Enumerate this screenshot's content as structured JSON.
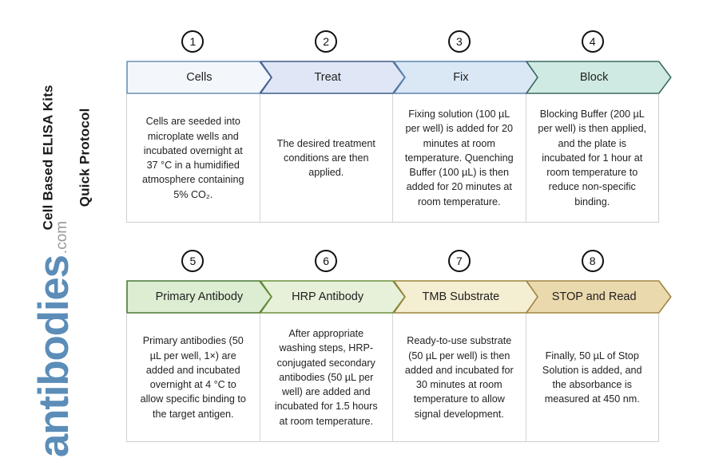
{
  "page": {
    "title_line1": "Cell Based ELISA Kits",
    "title_line2": "Quick Protocol",
    "brand_word": "antibodies",
    "brand_tld": ".com"
  },
  "flow": {
    "rows": [
      {
        "row_id": "row-1",
        "steps": [
          {
            "number": "1",
            "label": "Cells",
            "body": "Cells are seeded into microplate wells and incubated overnight at 37 °C in a humidified atmosphere containing 5% CO₂.",
            "fill": "#f3f7fb",
            "stroke": "#6a8fb5"
          },
          {
            "number": "2",
            "label": "Treat",
            "body": "The desired treatment conditions are then applied.",
            "fill": "#dfe6f5",
            "stroke": "#3f5a8a"
          },
          {
            "number": "3",
            "label": "Fix",
            "body": "Fixing solution (100 µL per well) is added for 20 minutes at room temperature. Quenching Buffer (100 µL) is then added for 20 minutes at room temperature.",
            "fill": "#dae7f5",
            "stroke": "#5b83ad"
          },
          {
            "number": "4",
            "label": "Block",
            "body": "Blocking Buffer (200 µL per well) is then applied, and the plate is incubated for 1 hour at room temperature to reduce non-specific binding.",
            "fill": "#cfeae2",
            "stroke": "#3d6b61"
          }
        ]
      },
      {
        "row_id": "row-2",
        "steps": [
          {
            "number": "5",
            "label": "Primary Antibody",
            "body": "Primary antibodies (50 µL per well, 1×) are added and incubated overnight at 4 °C to allow specific binding to the target antigen.",
            "fill": "#dcedd2",
            "stroke": "#4a7a33"
          },
          {
            "number": "6",
            "label": "HRP Antibody",
            "body": "After appropriate washing steps, HRP-conjugated secondary antibodies (50 µL per well) are added and incubated for 1.5 hours at room temperature.",
            "fill": "#e7f1da",
            "stroke": "#6b8f3a"
          },
          {
            "number": "7",
            "label": "TMB Substrate",
            "body": "Ready-to-use substrate (50 µL per well) is then added and incubated for 30 minutes at room temperature to allow signal development.",
            "fill": "#f4eed2",
            "stroke": "#9c8438"
          },
          {
            "number": "8",
            "label": "STOP and Read",
            "body": "Finally, 50 µL of Stop Solution is added, and the absorbance is measured at 450 nm.",
            "fill": "#ebd9ae",
            "stroke": "#a08643"
          }
        ]
      }
    ]
  }
}
